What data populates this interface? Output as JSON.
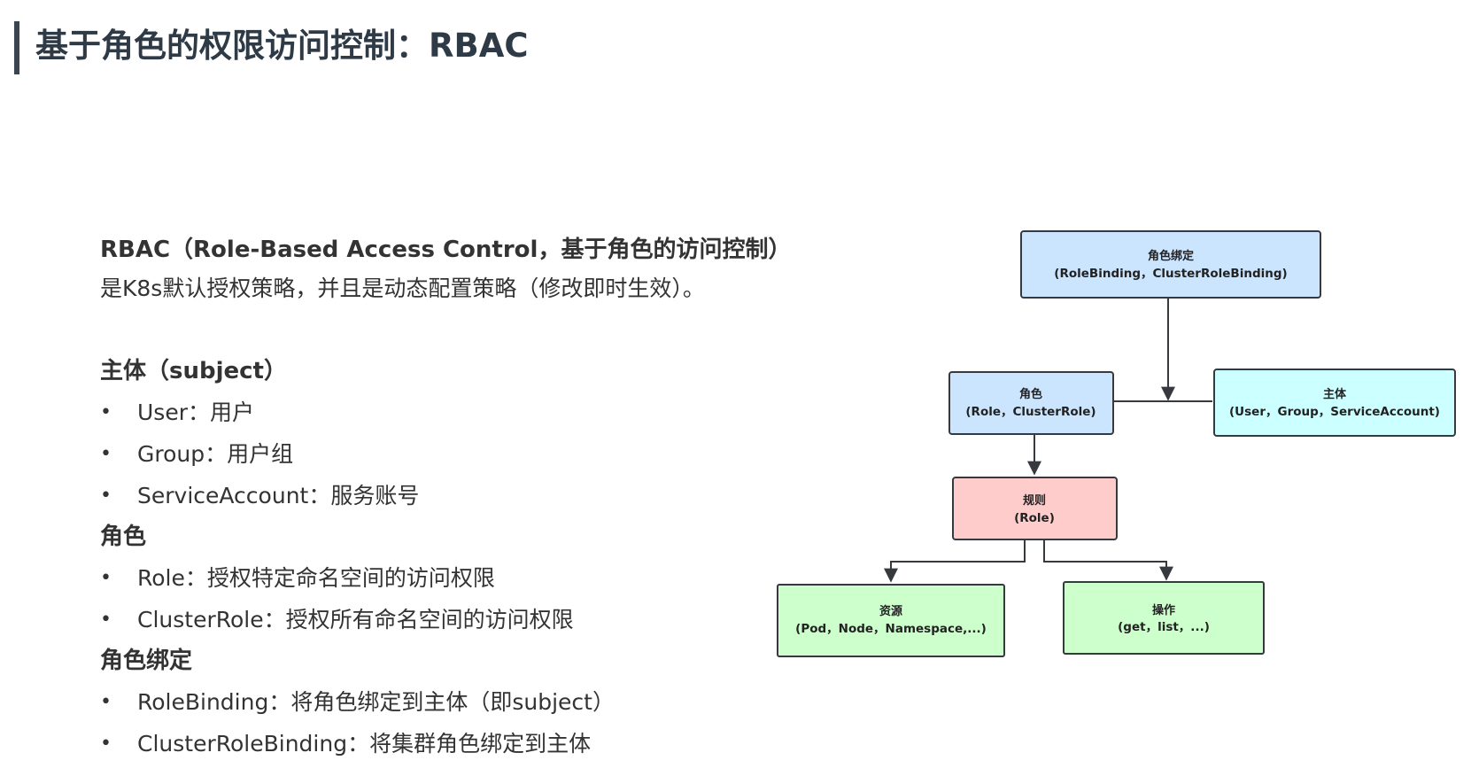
{
  "title": "基于角色的权限访问控制：RBAC",
  "intro": {
    "line1": "RBAC（Role-Based Access Control，基于角色的访问控制）",
    "line2": "是K8s默认授权策略，并且是动态配置策略（修改即时生效）。"
  },
  "sections": [
    {
      "heading": "主体（subject）",
      "items": [
        "User：用户",
        "Group：用户组",
        "ServiceAccount：服务账号"
      ]
    },
    {
      "heading": "角色",
      "items": [
        "Role：授权特定命名空间的访问权限",
        "ClusterRole：授权所有命名空间的访问权限"
      ]
    },
    {
      "heading": "角色绑定",
      "items": [
        "RoleBinding：将角色绑定到主体（即subject）",
        "ClusterRoleBinding：将集群角色绑定到主体"
      ]
    }
  ],
  "bullet_char": "•",
  "diagram": {
    "nodes": {
      "binding": {
        "title": "角色绑定",
        "subtitle": "(RoleBinding，ClusterRoleBinding)",
        "fill": "#cce5ff"
      },
      "role": {
        "title": "角色",
        "subtitle": "(Role，ClusterRole)",
        "fill": "#cce5ff"
      },
      "subject": {
        "title": "主体",
        "subtitle": "(User，Group，ServiceAccount)",
        "fill": "#ccffff"
      },
      "rule": {
        "title": "规则",
        "subtitle": "(Role)",
        "fill": "#ffcccc"
      },
      "resource": {
        "title": "资源",
        "subtitle": "(Pod，Node，Namespace,...)",
        "fill": "#ccffcc"
      },
      "operation": {
        "title": "操作",
        "subtitle": "(get，list，...)",
        "fill": "#ccffcc"
      }
    },
    "stroke": "#36393d"
  }
}
